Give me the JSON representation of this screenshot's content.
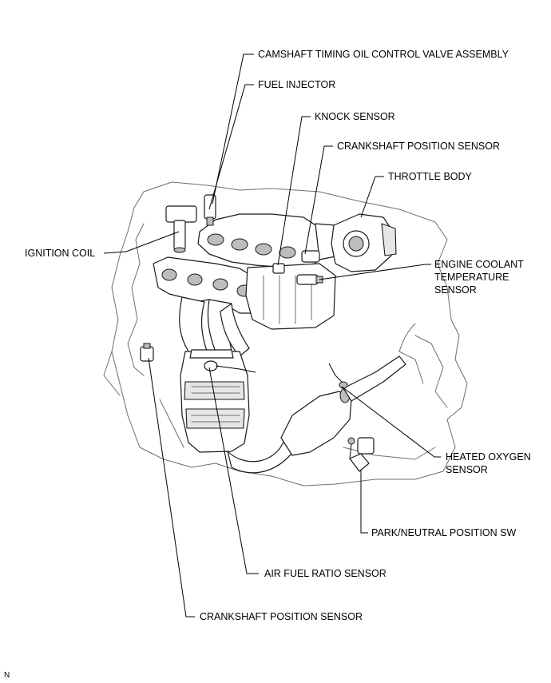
{
  "labels": {
    "camshaft_ocv": "CAMSHAFT TIMING OIL CONTROL VALVE ASSEMBLY",
    "fuel_injector": "FUEL INJECTOR",
    "knock_sensor": "KNOCK SENSOR",
    "crankshaft_sensor_top": "CRANKSHAFT POSITION SENSOR",
    "throttle_body": "THROTTLE BODY",
    "ignition_coil": "IGNITION COIL",
    "ect_sensor_line1": "ENGINE COOLANT",
    "ect_sensor_line2": "TEMPERATURE",
    "ect_sensor_line3": "SENSOR",
    "heated_o2_line1": "HEATED OXYGEN",
    "heated_o2_line2": "SENSOR",
    "park_neutral_sw": "PARK/NEUTRAL POSITION SW",
    "air_fuel_ratio": "AIR FUEL RATIO SENSOR",
    "crankshaft_sensor_bottom": "CRANKSHAFT POSITION SENSOR",
    "corner_mark": "N"
  }
}
